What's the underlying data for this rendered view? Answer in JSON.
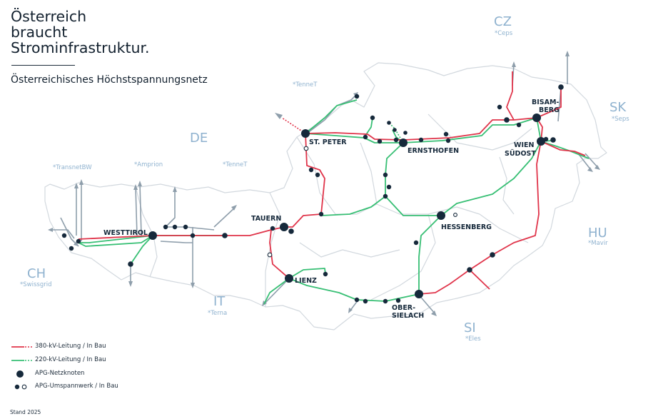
{
  "header": {
    "title_lines": [
      "Österreich",
      "braucht",
      "Strominfrastruktur."
    ],
    "subtitle": "Österreichisches Höchstspannungsnetz"
  },
  "colors": {
    "line_380kv": "#e0344a",
    "line_220kv": "#37bf74",
    "node": "#16293b",
    "border": "#d2d8de",
    "tso_label": "#8fb2cf",
    "interconnector": "#8e9eab"
  },
  "countries": {
    "cz": "CZ",
    "sk": "SK",
    "hu": "HU",
    "si": "SI",
    "it": "IT",
    "ch": "CH",
    "de": "DE"
  },
  "tsos": {
    "ceps": "*Ceps",
    "seps": "*Seps",
    "mavir": "*Mavir",
    "eles": "*Eles",
    "terna": "*Terna",
    "swissgrid": "*Swissgrid",
    "transnetbw": "*TransnetBW",
    "amprion": "*Amprion",
    "tennet_de": "*TenneT",
    "tennet_north": "*TenneT"
  },
  "nodes": {
    "st_peter": "ST. PETER",
    "ernsthofen": "ERNSTHOFEN",
    "bisamberg_1": "BISAM-",
    "bisamberg_2": "BERG",
    "wien_1": "WIEN",
    "wien_2": "SÜDOST",
    "westtirol": "WESTTIROL",
    "tauern": "TAUERN",
    "hessenberg": "HESSENBERG",
    "lienz": "LIENZ",
    "obersielach_1": "OBER-",
    "obersielach_2": "SIELACH"
  },
  "legend": {
    "line_380": "380-kV-Leitung / In Bau",
    "line_220": "220-kV-Leitung / In Bau",
    "hub": "APG-Netzknoten",
    "substation": "APG-Umspannwerk / In Bau"
  },
  "footer": {
    "stand": "Stand 2025"
  }
}
